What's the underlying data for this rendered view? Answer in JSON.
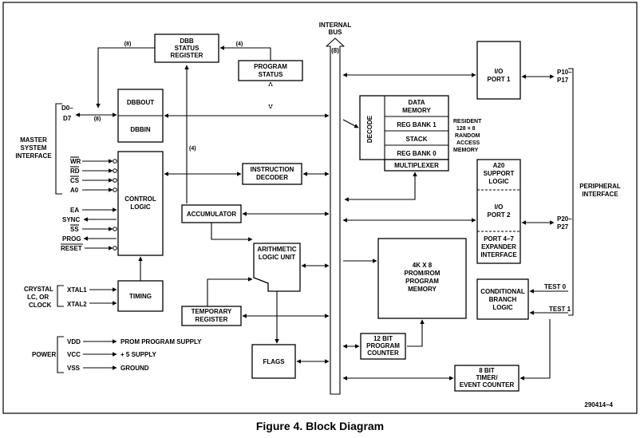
{
  "caption": "Figure 4. Block Diagram",
  "figure_number": "290414–4",
  "internal_bus": {
    "line1": "INTERNAL",
    "line2": "BUS",
    "width": "(8)"
  },
  "blocks": {
    "dbb_status": {
      "line1": "DBB",
      "line2": "STATUS",
      "line3": "REGISTER"
    },
    "program_status": {
      "line1": "PROGRAM",
      "line2": "STATUS"
    },
    "dbbout": "DBBOUT",
    "dbbin": "DBBIN",
    "control_logic": {
      "line1": "CONTROL",
      "line2": "LOGIC"
    },
    "timing": "TIMING",
    "instruction_decoder": {
      "line1": "INSTRUCTION",
      "line2": "DECODER"
    },
    "accumulator": "ACCUMULATOR",
    "alu": {
      "line1": "ARITHMETIC",
      "line2": "LOGIC UNIT"
    },
    "temporary_register": {
      "line1": "TEMPORARY",
      "line2": "REGISTER"
    },
    "flags": "FLAGS",
    "decode": "DECODE",
    "data_memory": {
      "line1": "DATA",
      "line2": "MEMORY"
    },
    "reg_bank_1": "REG BANK 1",
    "stack": "STACK",
    "reg_bank_0": "REG BANK 0",
    "multiplexer": "MULTIPLEXER",
    "ram_note": {
      "line1": "RESIDENT",
      "line2": "128 × 8",
      "line3": "RANDOM",
      "line4": "ACCESS",
      "line5": "MEMORY"
    },
    "io_port1": {
      "line1": "I/O",
      "line2": "PORT 1"
    },
    "a20": {
      "line1": "A20",
      "line2": "SUPPORT",
      "line3": "LOGIC"
    },
    "io_port2": {
      "line1": "I/O",
      "line2": "PORT 2"
    },
    "port47": {
      "line1": "PORT 4–7",
      "line2": "EXPANDER",
      "line3": "INTERFACE"
    },
    "prom": {
      "line1": "4K X 8",
      "line2": "PROM/ROM",
      "line3": "PROGRAM",
      "line4": "MEMORY"
    },
    "cond_branch": {
      "line1": "CONDITIONAL",
      "line2": "BRANCH",
      "line3": "LOGIC"
    },
    "program_counter": {
      "line1": "12 BIT",
      "line2": "PROGRAM",
      "line3": "COUNTER"
    },
    "timer": {
      "line1": "8 BIT",
      "line2": "TIMER/",
      "line3": "EVENT COUNTER"
    }
  },
  "bus_widths": {
    "top": "(8)",
    "status": "(4)",
    "data": "(8)",
    "acc": "(4)"
  },
  "left_labels": {
    "master": {
      "line1": "MASTER",
      "line2": "SYSTEM",
      "line3": "INTERFACE"
    },
    "d0": "D0–",
    "d7": "D7",
    "wr": "WR",
    "rd": "RD",
    "cs": "CS",
    "a0": "A0",
    "ea": "EA",
    "sync": "SYNC",
    "ss": "SS",
    "prog": "PROG",
    "reset": "RESET",
    "crystal": {
      "line1": "CRYSTAL",
      "line2": "LC, OR",
      "line3": "CLOCK"
    },
    "xtal1": "XTAL1",
    "xtal2": "XTAL2",
    "power": "POWER",
    "vdd": "VDD",
    "vcc": "VCC",
    "vss": "VSS",
    "prom_supply": "PROM PROGRAM SUPPLY",
    "supply5": "+ 5 SUPPLY",
    "ground": "GROUND"
  },
  "right_labels": {
    "p10": "P10–",
    "p17": "P17",
    "p20": "P20–",
    "p27": "P27",
    "peripheral": {
      "line1": "PERIPHERAL",
      "line2": "INTERFACE"
    },
    "test0": "TEST 0",
    "test1": "TEST 1"
  }
}
